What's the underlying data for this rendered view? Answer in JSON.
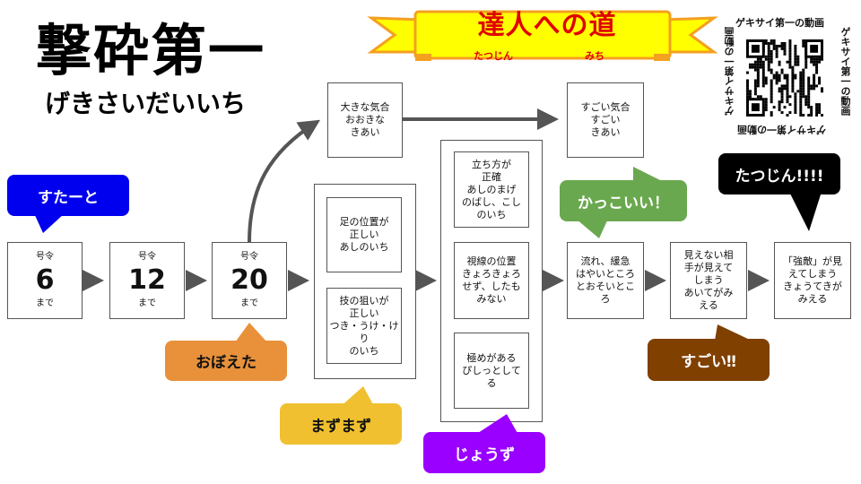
{
  "title": {
    "main": "撃砕第一",
    "reading": "げきさいだいいち"
  },
  "banner": {
    "text": "達人への道",
    "ruby_left": "たつじん",
    "ruby_right": "みち",
    "fill": "#ffff00",
    "border": "#f4a020",
    "text_color": "#e00000"
  },
  "qr": {
    "caption_top": "ゲキサイ第一の動画",
    "caption_right": "ゲキサイ第一の動画",
    "caption_bottom": "ゲキサイ第一の動画",
    "caption_left": "ゲキサイ第一の動画",
    "icon": "qr-code-icon"
  },
  "steps": [
    {
      "top": "号令",
      "num": "6",
      "bottom": "まで"
    },
    {
      "top": "号令",
      "num": "12",
      "bottom": "まで"
    },
    {
      "top": "号令",
      "num": "20",
      "bottom": "まで"
    }
  ],
  "nodes": {
    "big_kiai": "大きな気合\nおおきな\nきあい",
    "great_kiai": "すごい気合\nすごい\nきあい",
    "foot_position": "足の位置が\n正しい\nあしのいち",
    "technique_aim": "技の狙いが\n正しい\nつき・うけ・け\nり\nのいち",
    "stance": "立ち方が\n正確\nあしのまげ\nのばし、こし\nのいち",
    "gaze": "視線の位置\nきょろきょろ\nせず、したも\nみない",
    "kime": "極めがある\nぴしっとして\nる",
    "flow": "流れ、緩急\nはやいところ\nとおそいとこ\nろ",
    "invisible_opponent": "見えない相\n手が見えて\nしまう\nあいてがみ\nえる",
    "strong_enemy": "「強敵」が見\nえてしまう\nきょうてきが\nみえる"
  },
  "badges": {
    "start": {
      "label": "すたーと",
      "color": "#0000ee",
      "text_color": "#ffffff"
    },
    "learned": {
      "label": "おぼえた",
      "color": "#e8913a",
      "text_color": "#111111"
    },
    "soso": {
      "label": "まずまず",
      "color": "#f0c030",
      "text_color": "#111111"
    },
    "skilled": {
      "label": "じょうず",
      "color": "#9900ff",
      "text_color": "#ffffff"
    },
    "cool": {
      "label": "かっこいい！",
      "color": "#6aa84f",
      "text_color": "#ffffff"
    },
    "great": {
      "label": "すごい‼",
      "color": "#7f4000",
      "text_color": "#ffffff"
    },
    "master": {
      "label": "たつじん!!!!",
      "color": "#000000",
      "text_color": "#ffffff"
    }
  },
  "arrow_color": "#555555"
}
